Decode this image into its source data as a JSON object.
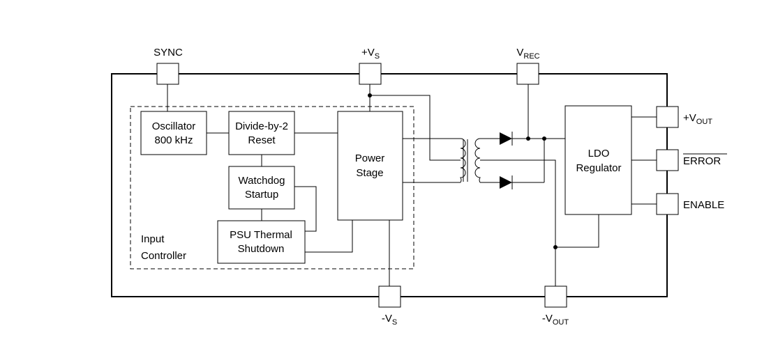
{
  "pins": {
    "sync": "SYNC",
    "vs_plus": {
      "main": "+V",
      "sub": "S"
    },
    "vrec": {
      "main": "V",
      "sub": "REC"
    },
    "vout_plus": {
      "main": "+V",
      "sub": "OUT"
    },
    "error": "ERROR",
    "enable": "ENABLE",
    "vs_minus": {
      "main": "-V",
      "sub": "S"
    },
    "vout_minus": {
      "main": "-V",
      "sub": "OUT"
    }
  },
  "blocks": {
    "oscillator": [
      "Oscillator",
      "800 kHz"
    ],
    "divider": [
      "Divide-by-2",
      "Reset"
    ],
    "watchdog": [
      "Watchdog",
      "Startup"
    ],
    "thermal": [
      "PSU Thermal",
      "Shutdown"
    ],
    "power_stage": [
      "Power",
      "Stage"
    ],
    "ldo": [
      "LDO",
      "Regulator"
    ]
  },
  "input_controller": [
    "Input",
    "Controller"
  ]
}
